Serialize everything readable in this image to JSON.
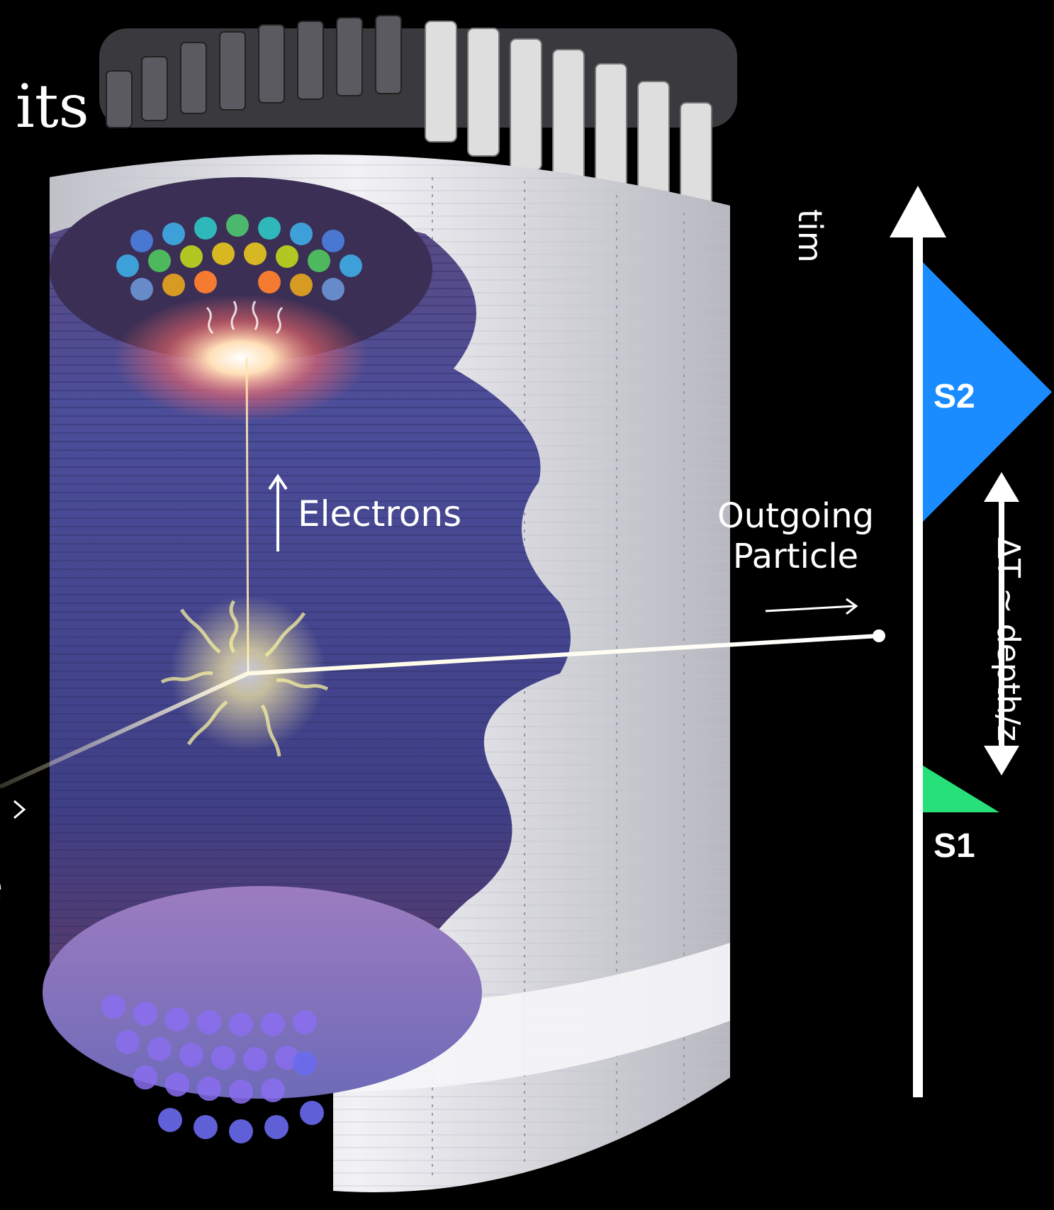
{
  "title_fragment": "its",
  "labels": {
    "electrons": "Electrons",
    "outgoing_line1": "Outgoing",
    "outgoing_line2": "Particle",
    "incoming_line1": "g",
    "incoming_line2": "e",
    "time_axis": "tim",
    "depth_axis": "ΔT ~ depth/z"
  },
  "signals": {
    "s2": {
      "label": "S2",
      "color": "#1a8cff"
    },
    "s1": {
      "label": "S1",
      "color": "#27e07a"
    }
  },
  "colors": {
    "background": "#000000",
    "tank_wall": "#e9e9ef",
    "field_cage": "#4a4a9a",
    "beam": "#fff6c8"
  }
}
